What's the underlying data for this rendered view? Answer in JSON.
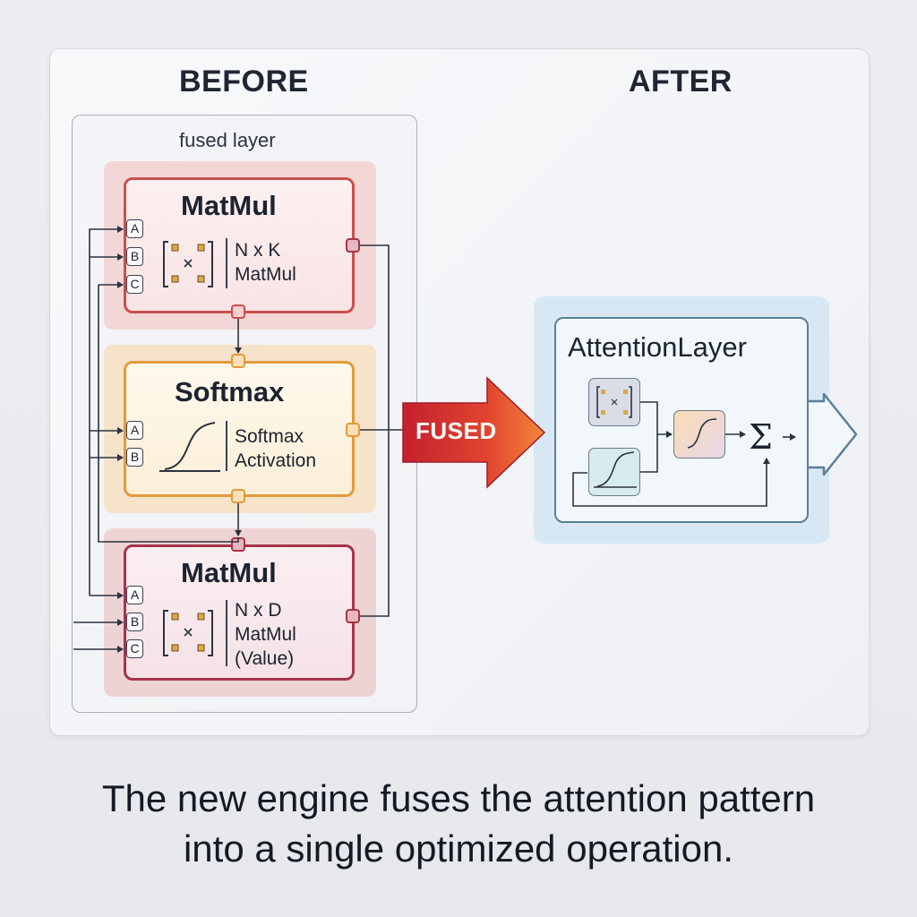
{
  "headings": {
    "before": "BEFORE",
    "after": "AFTER"
  },
  "before": {
    "group_label": "fused layer",
    "nodes": [
      {
        "title": "MatMul",
        "lines": [
          "N x K",
          "MatMul"
        ],
        "ports": [
          "A",
          "B",
          "C"
        ]
      },
      {
        "title": "Softmax",
        "lines": [
          "Softmax",
          "Activation"
        ],
        "ports": [
          "A",
          "B"
        ]
      },
      {
        "title": "MatMul",
        "lines": [
          "N x D",
          "MatMul",
          "(Value)"
        ],
        "ports": [
          "A",
          "B",
          "C"
        ]
      }
    ]
  },
  "arrow": {
    "label": "FUSED"
  },
  "after": {
    "title": "AttentionLayer",
    "sum_symbol": "Σ"
  },
  "caption": {
    "line1": "The new engine fuses the attention pattern",
    "line2": "into a single optimized operation."
  },
  "colors": {
    "matmul_border": "#c8504f",
    "softmax_border": "#e39a3c",
    "matmul_value_border": "#a7334a",
    "after_border": "#5a7f99",
    "arrow_start": "#c8202e",
    "arrow_end": "#f07a3a"
  }
}
